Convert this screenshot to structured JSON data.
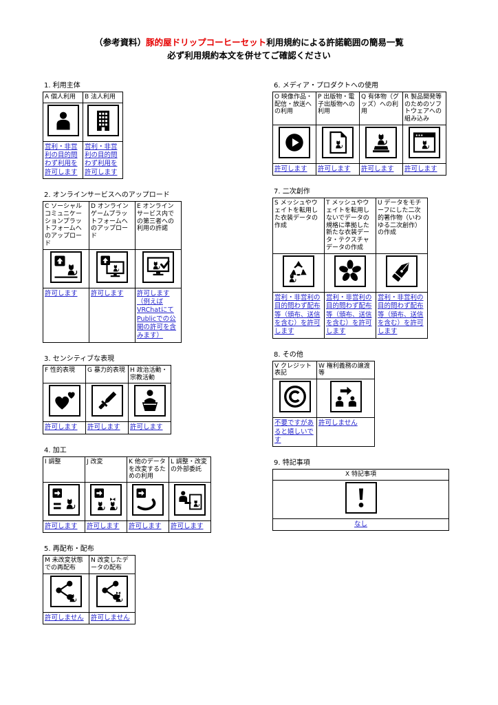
{
  "page": {
    "title_prefix": "（参考資料）",
    "title_product": "豚的屋ドリップコーヒーセット",
    "title_suffix": "利用規約による許諾範囲の簡易一覧",
    "subtitle": "必ず利用規約本文を併せてご確認ください"
  },
  "colors": {
    "product_red": "#e60000",
    "permission_blue": "#2323cc",
    "border": "#000000"
  },
  "sections": {
    "s1": {
      "heading": "1. 利用主体",
      "items": [
        {
          "label": "A 個人利用",
          "icon": "person-icon",
          "permission": "営利・非営利の目的問わず利用を許可します"
        },
        {
          "label": "B 法人利用",
          "icon": "building-icon",
          "permission": "営利・非営利の目的問わず利用を許可します"
        }
      ]
    },
    "s2": {
      "heading": "2. オンラインサービスへのアップロード",
      "items": [
        {
          "label": "C ソーシャルコミュニケーションプラットフォームへのアップロード",
          "icon": "social-upload-icon",
          "permission": "許可します"
        },
        {
          "label": "D オンラインゲームプラットフォームへのアップロード",
          "icon": "game-upload-icon",
          "permission": "許可します"
        },
        {
          "label": "E オンラインサービス内での第三者への利用の許諾",
          "icon": "service-license-icon",
          "permission": "許可します（例えばVRChatにてPublicでの公開の許可を含みます）"
        }
      ]
    },
    "s3": {
      "heading": "3. センシティブな表現",
      "items": [
        {
          "label": "F 性的表現",
          "icon": "hearts-icon",
          "permission": "許可します"
        },
        {
          "label": "G 暴力的表現",
          "icon": "knife-icon",
          "permission": "許可します"
        },
        {
          "label": "H 政治活動・宗教活動",
          "icon": "podium-icon",
          "permission": "許可します"
        }
      ]
    },
    "s4": {
      "heading": "4. 加工",
      "items": [
        {
          "label": "I 調整",
          "icon": "adjust-icon",
          "permission": "許可します"
        },
        {
          "label": "J 改変",
          "icon": "modify-icon",
          "permission": "許可します"
        },
        {
          "label": "K 他のデータを改変するための利用",
          "icon": "other-data-icon",
          "permission": "許可します"
        },
        {
          "label": "L 調整・改変の外部委託",
          "icon": "outsource-icon",
          "permission": "許可します"
        }
      ]
    },
    "s5": {
      "heading": "5. 再配布・配布",
      "items": [
        {
          "label": "M 未改変状態での再配布",
          "icon": "redistribute-icon",
          "permission": "許可しません"
        },
        {
          "label": "N 改変したデータの配布",
          "icon": "modified-distribute-icon",
          "permission": "許可しません"
        }
      ]
    },
    "s6": {
      "heading": "6. メディア・プロダクトへの使用",
      "items": [
        {
          "label": "O 映像作品・配信・放送への利用",
          "icon": "video-play-icon",
          "permission": "許可します"
        },
        {
          "label": "P 出版物・電子出版物への利用",
          "icon": "publication-icon",
          "permission": "許可します"
        },
        {
          "label": "Q 有体物（グッズ）への利用",
          "icon": "goods-icon",
          "permission": "許可します"
        },
        {
          "label": "R 製品開発等のためのソフトウェアへの組み込み",
          "icon": "software-icon",
          "permission": "許可します"
        }
      ]
    },
    "s7": {
      "heading": "7. 二次創作",
      "items": [
        {
          "label": "S メッシュやウェイトを転用した衣装データの作成",
          "icon": "recycle-icon",
          "permission": "営利・非営利の目的問わず配布等（頒布、送信を含む）を許可します"
        },
        {
          "label": "T メッシュやウェイトを転用しないでデータの規格に準拠した新たな衣装データ・テクスチャデータの作成",
          "icon": "flower-icon",
          "permission": "営利・非営利の目的問わず配布等（頒布、送信を含む）を許可します"
        },
        {
          "label": "U データをモチーフにした二次的著作物（いわゆる二次創作）の作成",
          "icon": "pen-icon",
          "permission": "営利・非営利の目的問わず配布等（頒布、送信を含む）を許可します"
        }
      ]
    },
    "s8": {
      "heading": "8. その他",
      "items": [
        {
          "label": "V クレジット表記",
          "icon": "copyright-icon",
          "permission": "不要ですがあると嬉しいです"
        },
        {
          "label": "W 権利義務の譲渡等",
          "icon": "transfer-icon",
          "permission": "許可しません"
        }
      ]
    },
    "s9": {
      "heading": "9. 特記事項",
      "items": [
        {
          "label": "X 特記事項",
          "icon": "exclamation-icon",
          "permission": "なし"
        }
      ]
    }
  }
}
